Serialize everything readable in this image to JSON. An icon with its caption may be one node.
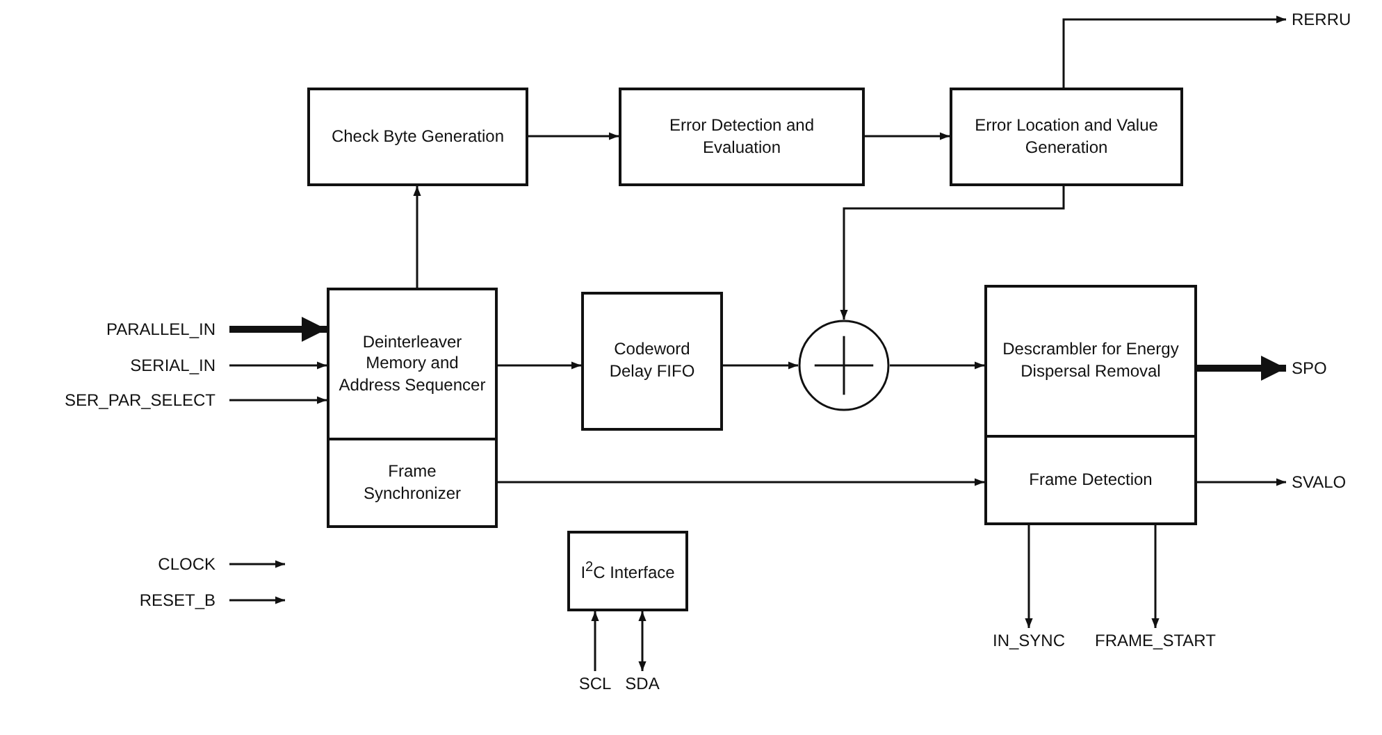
{
  "diagram": {
    "nodes": [
      {
        "text": [
          "Check Byte Generation"
        ]
      },
      {
        "text": [
          "Error Detection and Evaluation"
        ]
      },
      {
        "text": [
          "Error Location and Value Generation"
        ]
      },
      {
        "text": [
          "RERRU"
        ]
      },
      {
        "text": [
          "PARALLEL_IN"
        ]
      },
      {
        "text": [
          "SERIAL_IN"
        ]
      },
      {
        "text": [
          "SER_PAR_SELECT"
        ]
      },
      {
        "text": [
          "Deinterleaver Memory and Address Sequencer"
        ]
      },
      {
        "text": [
          "Codeword Delay FIFO"
        ]
      },
      {
        "text": [],
        "shape": "circle"
      },
      {
        "text": [
          "Descrambler for Energy Dispersal Removal"
        ]
      },
      {
        "text": [
          "SPO"
        ]
      },
      {
        "text": [
          "Frame Synchronizer"
        ]
      },
      {
        "text": [
          "Frame Detection"
        ]
      },
      {
        "text": [
          "SVALO"
        ]
      },
      {
        "text": [
          "CLOCK"
        ]
      },
      {
        "text": [
          "RESET_B"
        ]
      },
      {
        "text": [
          "I$^{2}$C Interface"
        ]
      },
      {
        "text": [
          "IN_SYNC"
        ]
      },
      {
        "text": [
          "FRAME_START"
        ]
      },
      {
        "text": [
          "SCL"
        ]
      },
      {
        "text": [
          "SDA"
        ]
      }
    ],
    "edges": [
      {
        "from": 7,
        "to": 0,
        "arrow": "to"
      },
      {
        "from": 0,
        "to": 1,
        "arrow": "to"
      },
      {
        "from": 1,
        "to": 2,
        "arrow": "to"
      },
      {
        "from": 2,
        "to": 3,
        "arrow": "to"
      },
      {
        "from": 2,
        "to": 9,
        "arrow": "to"
      },
      {
        "from": 4,
        "to": 7,
        "arrow": "to",
        "style": "thick"
      },
      {
        "from": 5,
        "to": 7,
        "arrow": "to"
      },
      {
        "from": 6,
        "to": 7,
        "arrow": "to"
      },
      {
        "from": 7,
        "to": 8,
        "arrow": "to"
      },
      {
        "from": 8,
        "to": 9,
        "arrow": "to"
      },
      {
        "from": 9,
        "to": 10,
        "arrow": "to"
      },
      {
        "from": 10,
        "to": 11,
        "arrow": "to",
        "style": "thick"
      },
      {
        "from": 12,
        "to": 13,
        "arrow": "to"
      },
      {
        "from": 13,
        "to": 14,
        "arrow": "to"
      },
      {
        "from": 13,
        "to": 18,
        "arrow": "to"
      },
      {
        "from": 13,
        "to": 19,
        "arrow": "to"
      },
      {
        "from": 15,
        "to": null,
        "arrow": "to"
      },
      {
        "from": 16,
        "to": null,
        "arrow": "to"
      },
      {
        "from": 20,
        "to": 17,
        "arrow": "to"
      },
      {
        "from": 21,
        "to": 17,
        "arrow": "both"
      }
    ]
  }
}
